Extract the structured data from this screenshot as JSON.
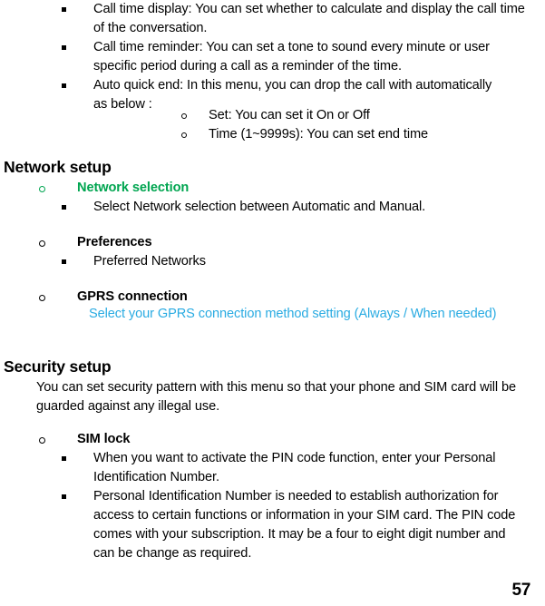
{
  "page": {
    "number": "57"
  },
  "colors": {
    "text": "#000000",
    "green_accent": "#00A550",
    "cyan_accent": "#29ABE2",
    "background": "#ffffff"
  },
  "top_bullets": [
    {
      "marker": "square",
      "text": "Call time display: You can set whether to calculate and display the call time of the conversation."
    },
    {
      "marker": "square",
      "text": "Call time reminder: You can set a tone to sound every minute or user specific period during a call as a reminder of the time."
    },
    {
      "marker": "square",
      "text": "Auto quick end: In this menu, you can drop the call with automatically as below :"
    }
  ],
  "top_sub_bullets": [
    {
      "marker": "circle",
      "text": "Set: You can set it On or Off"
    },
    {
      "marker": "circle",
      "text": "Time (1~9999s): You can set end time"
    }
  ],
  "sections": [
    {
      "heading": "Network setup",
      "items": [
        {
          "title": "Network selection",
          "title_color": "green",
          "bullets": [
            "Select Network selection between Automatic and Manual."
          ]
        },
        {
          "title": "Preferences",
          "title_color": "black",
          "bullets": [
            "Preferred Networks"
          ]
        },
        {
          "title": "GPRS connection",
          "title_color": "black",
          "description": "Select your GPRS connection method setting (Always / When needed)",
          "description_color": "cyan"
        }
      ]
    },
    {
      "heading": "Security setup",
      "intro": "You can set security pattern with this menu so that your phone and SIM card will be guarded against any illegal use.",
      "items": [
        {
          "title": "SIM lock",
          "title_color": "black",
          "bullets": [
            "When you want to activate the PIN code function, enter your Personal Identification Number.",
            "Personal Identification Number is needed to establish authorization for access to certain functions or information in your SIM card. The PIN code comes with your subscription. It may be a four to eight digit number and can be change as required."
          ]
        }
      ]
    }
  ]
}
